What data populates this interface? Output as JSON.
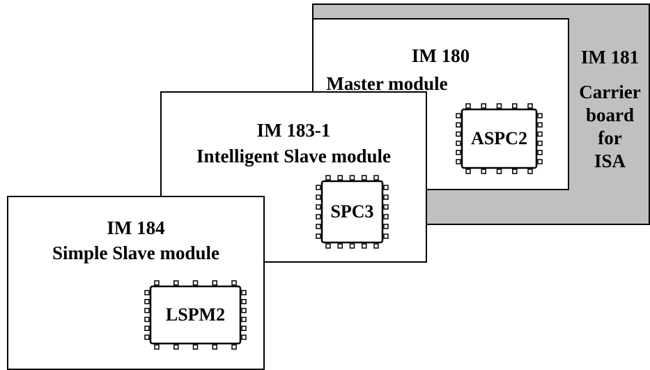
{
  "carrier": {
    "name": "IM 181",
    "description": [
      "Carrier",
      "board",
      "for",
      "ISA"
    ]
  },
  "modules": [
    {
      "name": "IM 180",
      "role": "Master module",
      "chip": "ASPC2"
    },
    {
      "name": "IM 183-1",
      "role": "Intelligent Slave module",
      "chip": "SPC3"
    },
    {
      "name": "IM 184",
      "role": "Simple Slave module",
      "chip": "LSPM2"
    }
  ],
  "colors": {
    "carrier_fill": "#c0c0c0",
    "card_fill": "#ffffff",
    "stroke": "#000000"
  }
}
